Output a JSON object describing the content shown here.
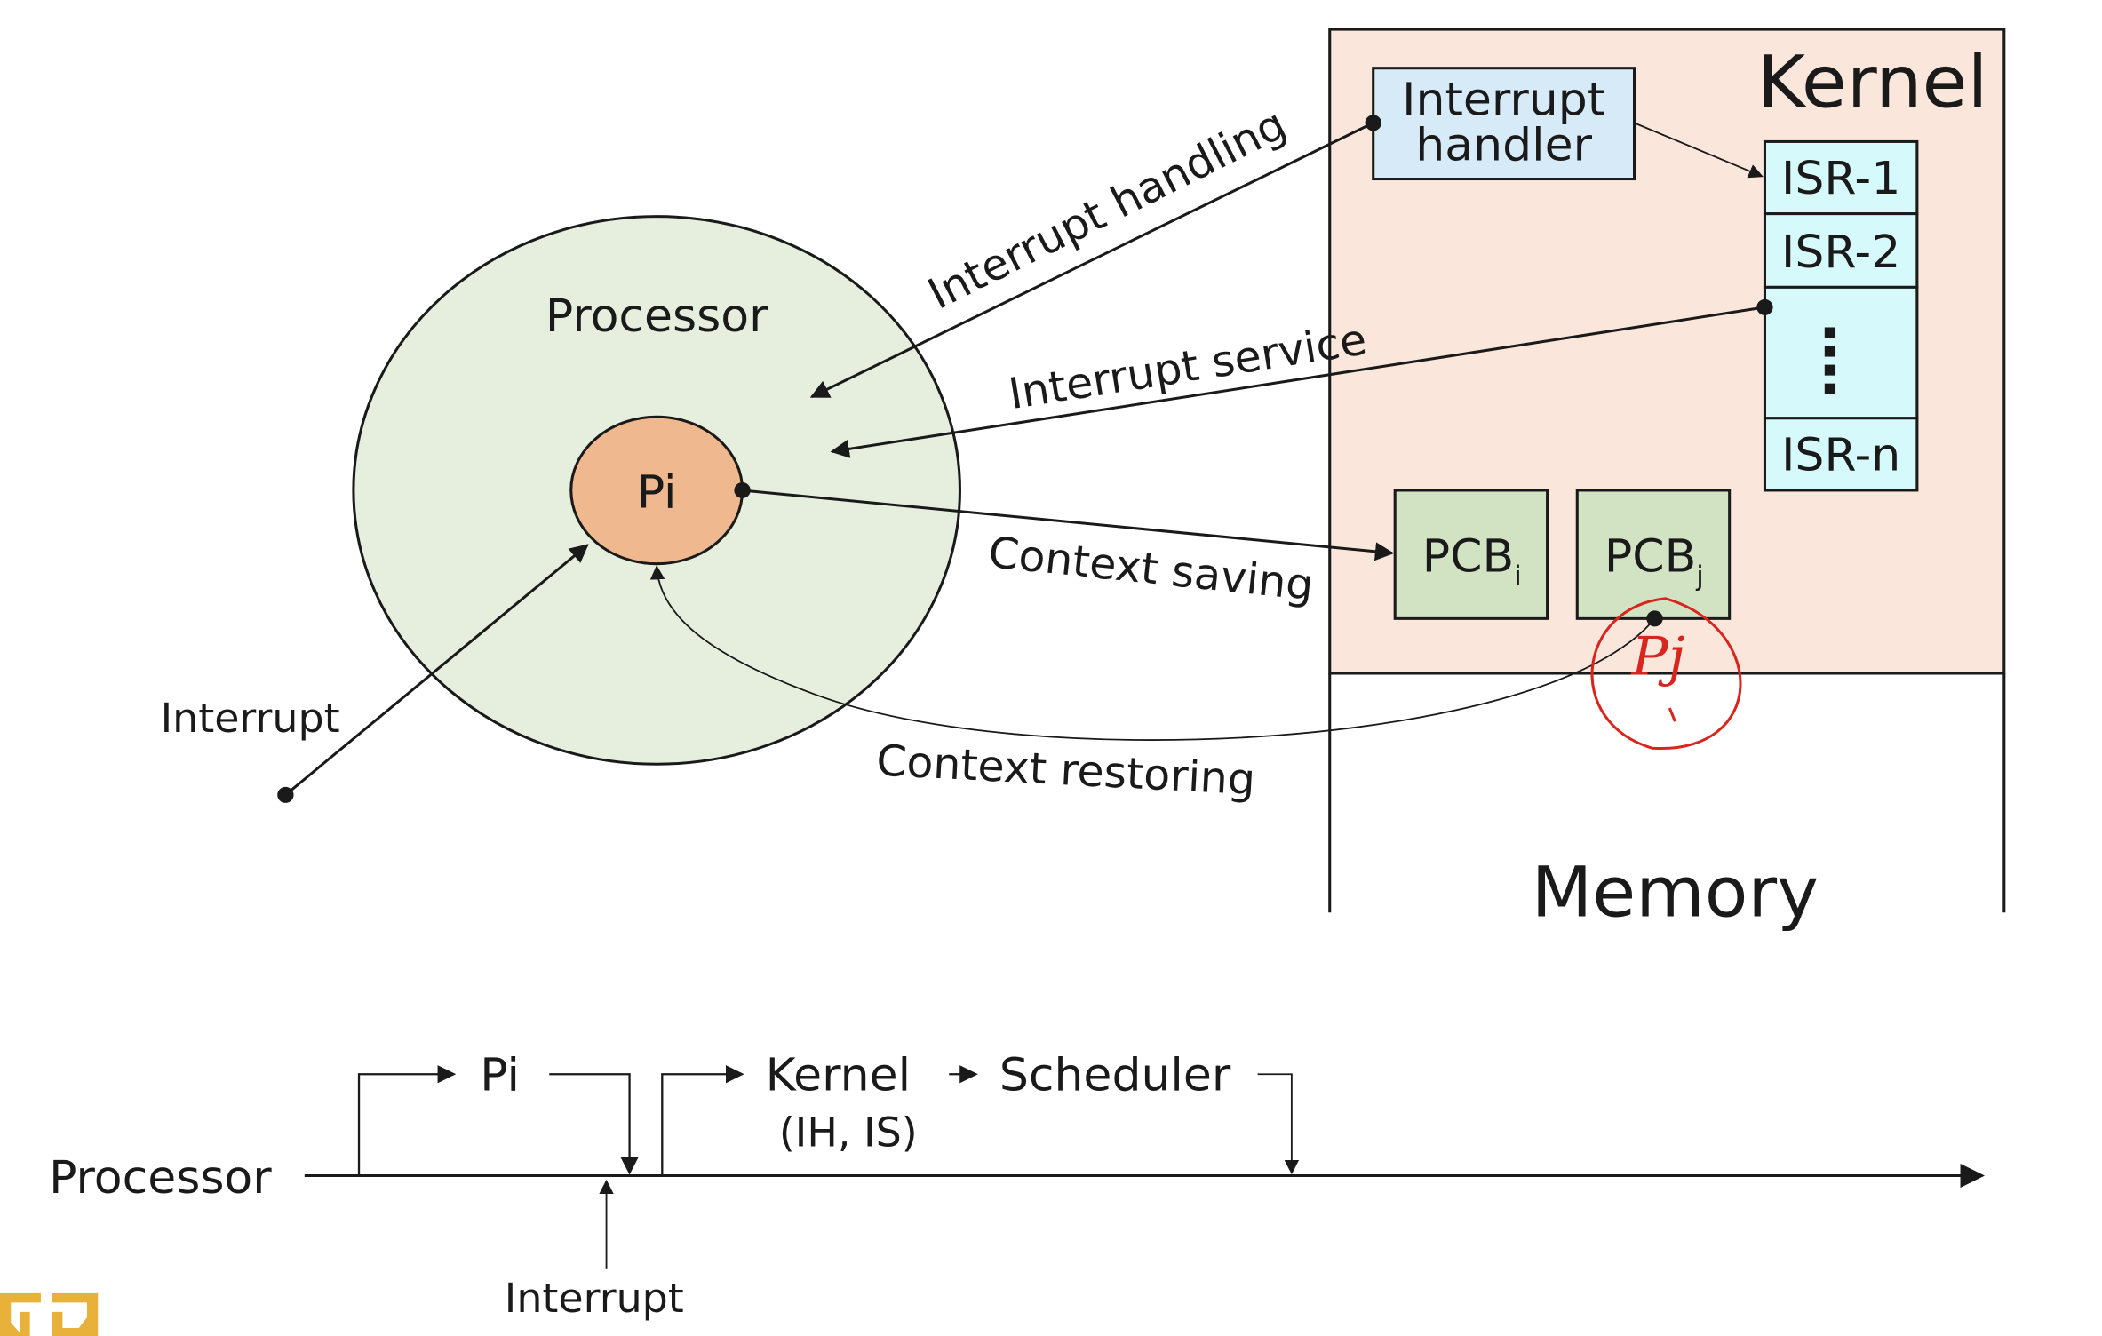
{
  "diagram": {
    "processor": {
      "label": "Processor",
      "process_label": "Pi",
      "fill": "#E6EFDE",
      "process_fill": "#EFB88E"
    },
    "external_interrupt_label": "Interrupt",
    "kernel": {
      "label": "Kernel",
      "fill": "#FAE6DA",
      "interrupt_handler": {
        "line1": "Interrupt",
        "line2": "handler",
        "fill": "#D6EAF8"
      },
      "isr_table": {
        "fill": "#D6FAFB",
        "rows": [
          "ISR-1",
          "ISR-2",
          "⋮",
          "ISR-n"
        ]
      },
      "pcbs": [
        {
          "base": "PCB",
          "sub": "i"
        },
        {
          "base": "PCB",
          "sub": "j"
        }
      ],
      "pcb_fill": "#D2E3C3"
    },
    "memory_label": "Memory",
    "edges": {
      "interrupt_handling": "Interrupt handling",
      "interrupt_service": "Interrupt service",
      "context_saving": "Context saving",
      "context_restoring": "Context restoring"
    },
    "annotation": {
      "text": "Pj",
      "color": "#D7261E"
    }
  },
  "timeline": {
    "axis_label": "Processor",
    "segments": [
      "Pi",
      "Kernel",
      "Scheduler"
    ],
    "kernel_sub": "(IH, IS)",
    "interrupt_label": "Interrupt"
  },
  "logo": {
    "name": "university-logo",
    "color": "#E8B23A"
  }
}
